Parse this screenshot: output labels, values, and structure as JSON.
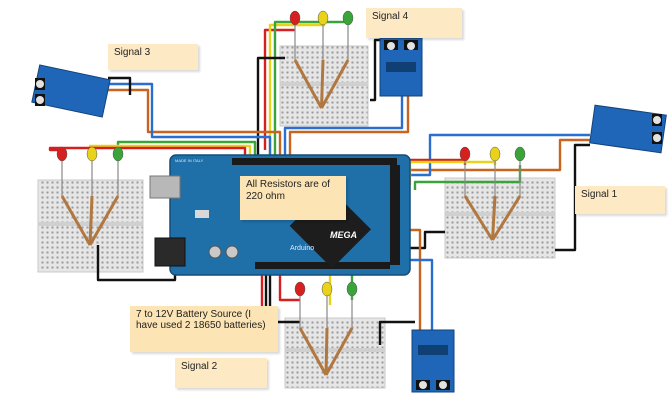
{
  "labels": {
    "signal_1": "Signal 1",
    "signal_2": "Signal 2",
    "signal_3": "Signal 3",
    "signal_4": "Signal 4",
    "resistor_note": "All Resistors are of 220 ohm",
    "battery_note": "7 to 12V Battery Source (I have used 2 18650 batteries)",
    "board_brand": "MEGA",
    "board_sub": "Arduino",
    "board_made": "MADE IN ITALY"
  },
  "colors": {
    "red_wire": "#d62020",
    "yellow_wire": "#e8d21a",
    "green_wire": "#3aa43a",
    "black_wire": "#111111",
    "orange_wire": "#c8641e",
    "blue_wire": "#2a6fd0",
    "board": "#1f6fa8",
    "note_bg": "#fde9c4",
    "breadboard": "#e4e4e4",
    "sensor": "#1f66b8"
  }
}
